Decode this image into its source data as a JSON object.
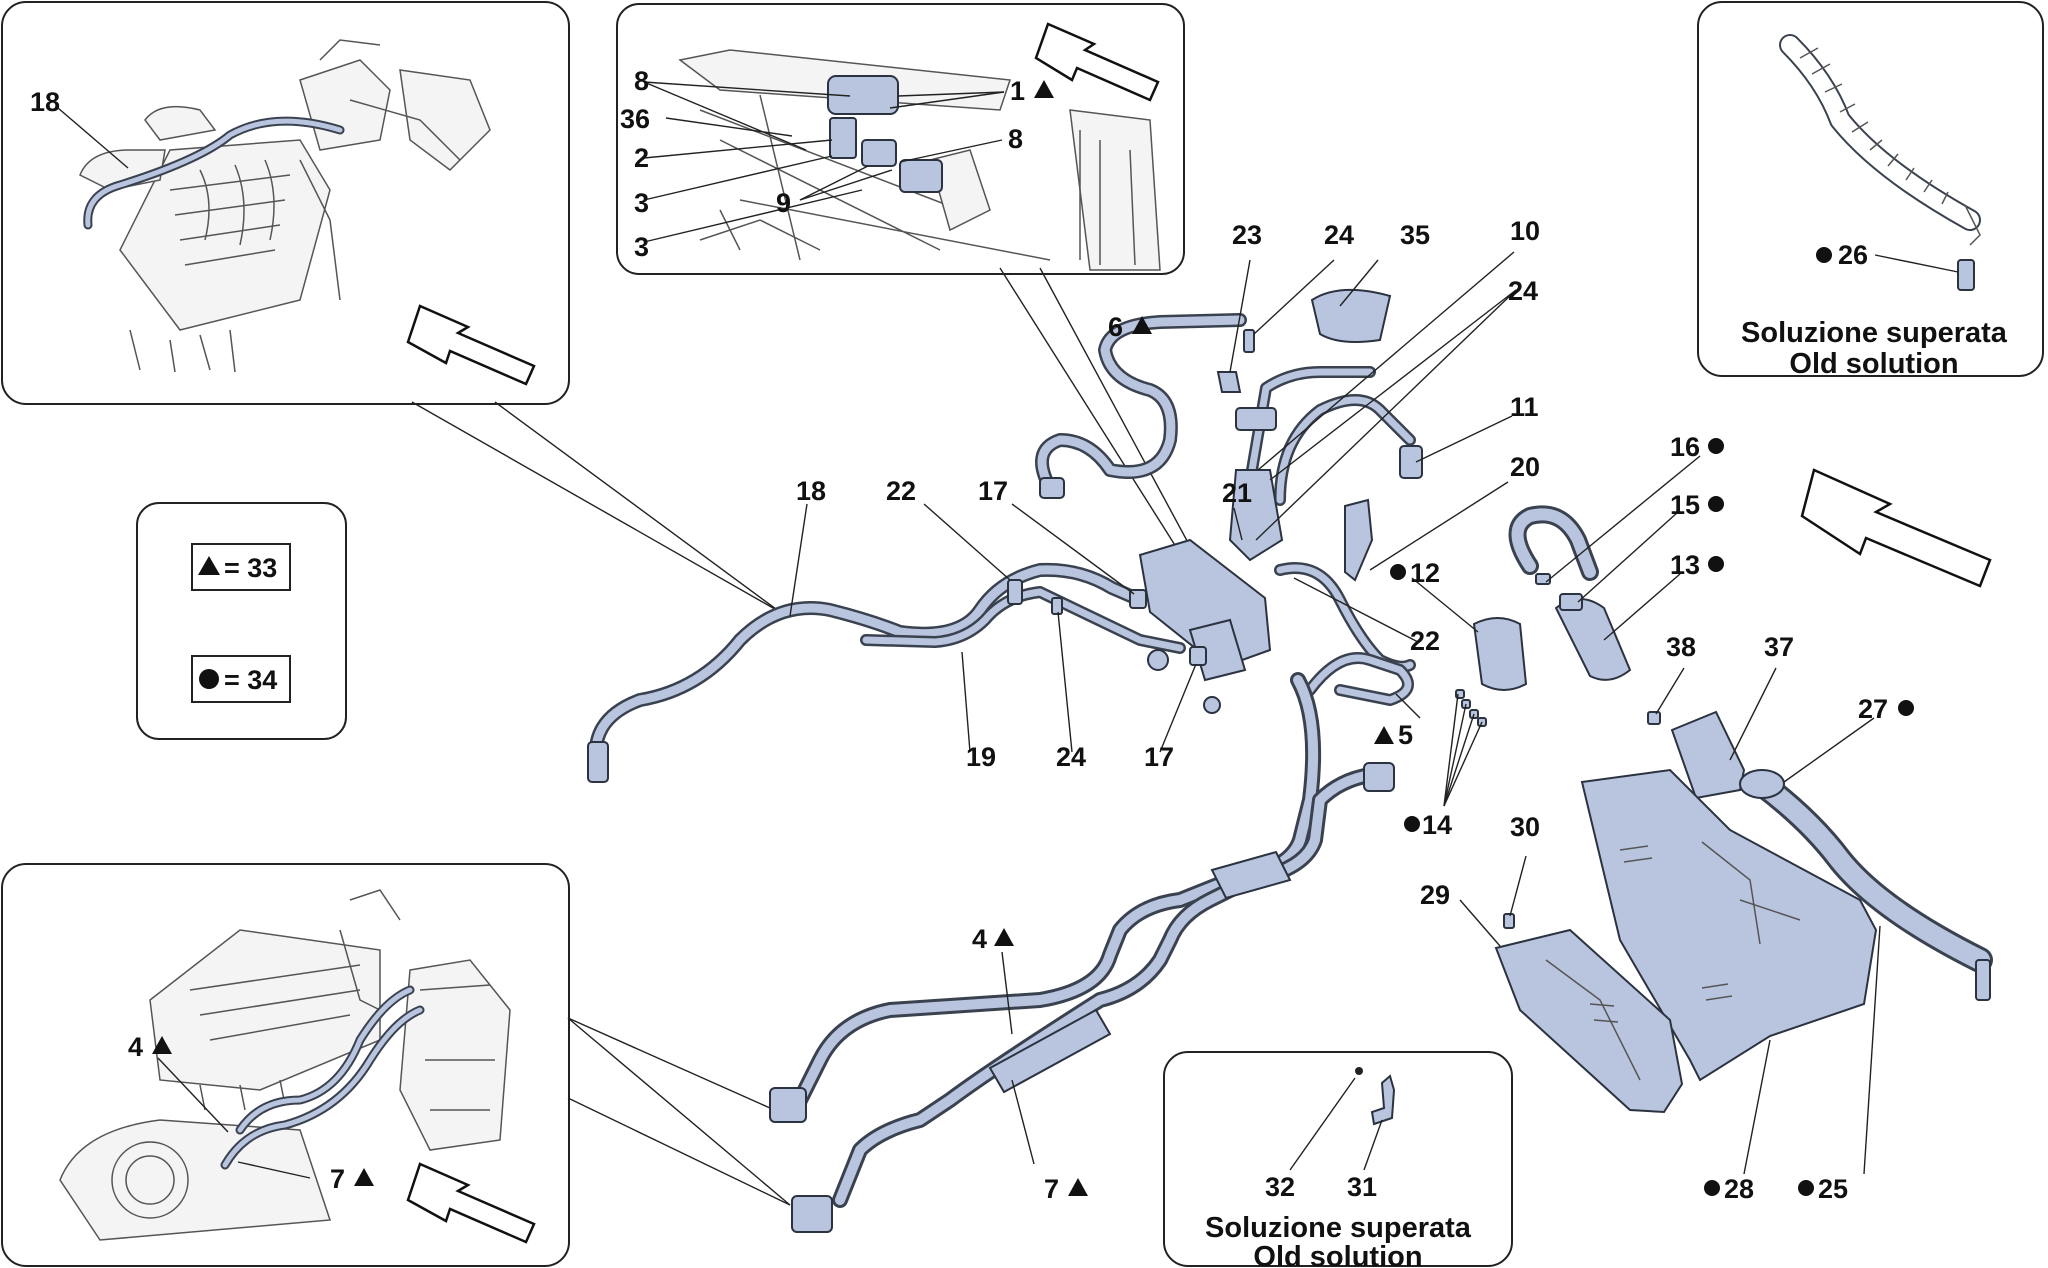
{
  "colors": {
    "part_fill": "#b9c5de",
    "part_stroke": "#2b3240",
    "line": "#222222",
    "background": "#ffffff"
  },
  "legend": {
    "triangle_label": "= 33",
    "circle_label": "= 34"
  },
  "captions": {
    "old_solution_it": "Soluzione superata",
    "old_solution_en": "Old solution"
  },
  "labels": {
    "l18_inset": "18",
    "l8_a": "8",
    "l36": "36",
    "l2": "2",
    "l3_a": "3",
    "l9": "9",
    "l3_b": "3",
    "l1": "1",
    "l8_b": "8",
    "l26": "26",
    "l23": "23",
    "l24_a": "24",
    "l35": "35",
    "l10": "10",
    "l24_b": "24",
    "l6": "6",
    "l11": "11",
    "l18": "18",
    "l22_a": "22",
    "l17_a": "17",
    "l21": "21",
    "l20": "20",
    "l16": "16",
    "l15": "15",
    "l12": "12",
    "l13": "13",
    "l22_b": "22",
    "l19": "19",
    "l24_c": "24",
    "l17_b": "17",
    "l38": "38",
    "l37": "37",
    "l27": "27",
    "l5": "5",
    "l14": "14",
    "l30": "30",
    "l29": "29",
    "l4": "4",
    "l7": "7",
    "l4_inset": "4",
    "l7_inset": "7",
    "l32": "32",
    "l31": "31",
    "l28": "28",
    "l25": "25"
  }
}
